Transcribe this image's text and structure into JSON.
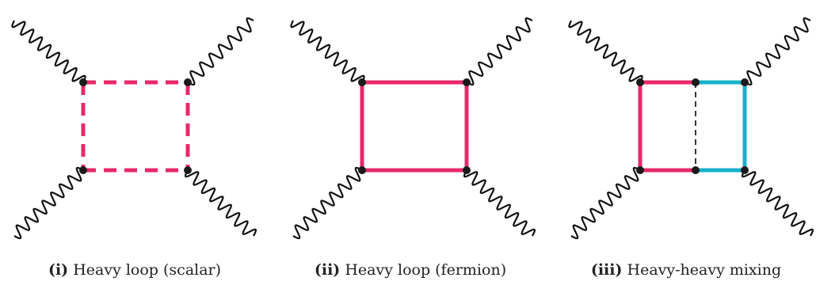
{
  "colors": {
    "heavy": "#e8286a",
    "mixing": "#17b1cc",
    "boson": "#111111",
    "vertex": "#1a1a1a",
    "dashed_internal": "#222222"
  },
  "panels": [
    {
      "tag": "(i)",
      "text": "Heavy loop (scalar)"
    },
    {
      "tag": "(ii)",
      "text": "Heavy loop (fermion)"
    },
    {
      "tag": "(iii)",
      "text": "Heavy-heavy mixing"
    }
  ]
}
